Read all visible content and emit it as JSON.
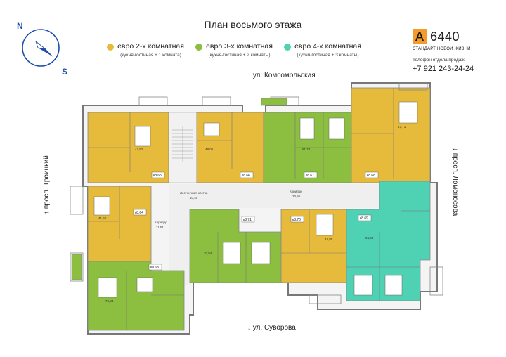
{
  "title": "План восьмого этажа",
  "compass": {
    "north": "N",
    "south": "S"
  },
  "legend": [
    {
      "label": "евро 2-х комнатная",
      "sub": "(кухня-гостиная + 1 комната)",
      "color": "#e6bb3c"
    },
    {
      "label": "евро 3-х комнатная",
      "sub": "(кухня-гостиная + 2 комнаты)",
      "color": "#8cbe40"
    },
    {
      "label": "евро 4-х комнатная",
      "sub": "(кухня-гостиная + 3 комнаты)",
      "color": "#4fd1b3"
    }
  ],
  "brand": {
    "logo": "А",
    "number": "6440",
    "slogan": "СТАНДАРТ НОВОЙ ЖИЗНИ"
  },
  "phone": {
    "label": "Телефон отдела продаж:",
    "number": "+7 921 243-24-24"
  },
  "streets": {
    "top": "↑ ул. Комсомольская",
    "bottom": "↓ ул. Суворова",
    "left": "↑ просп. Троицкий",
    "right": "↓ просп. Ломоносова"
  },
  "apartments": [
    {
      "id": "к8.65",
      "type": "euro2",
      "color": "#e6bb3c",
      "area": "43,52"
    },
    {
      "id": "к8.66",
      "type": "euro2",
      "color": "#e6bb3c",
      "area": "48,06"
    },
    {
      "id": "к8.67",
      "type": "euro3",
      "color": "#8cbe40",
      "area": "61,78"
    },
    {
      "id": "к8.68",
      "type": "euro2",
      "color": "#e6bb3c",
      "area": "47,71"
    },
    {
      "id": "к8.64",
      "type": "euro2",
      "color": "#e6bb3c",
      "area": "41,50"
    },
    {
      "id": "к8.71",
      "type": "euro3",
      "color": "#8cbe40",
      "area": "70,84"
    },
    {
      "id": "к8.70",
      "type": "euro2",
      "color": "#e6bb3c",
      "area": "44,80"
    },
    {
      "id": "к8.69",
      "type": "euro4",
      "color": "#4fd1b3",
      "area": "94,08"
    },
    {
      "id": "к8.63",
      "type": "euro3",
      "color": "#8cbe40",
      "area": "76,83"
    }
  ],
  "corridors": [
    {
      "label": "Лестничная клетка",
      "area": "10,40"
    },
    {
      "label": "Коридор",
      "area": "23,95"
    },
    {
      "label": "Коридор",
      "area": "11,51"
    }
  ]
}
